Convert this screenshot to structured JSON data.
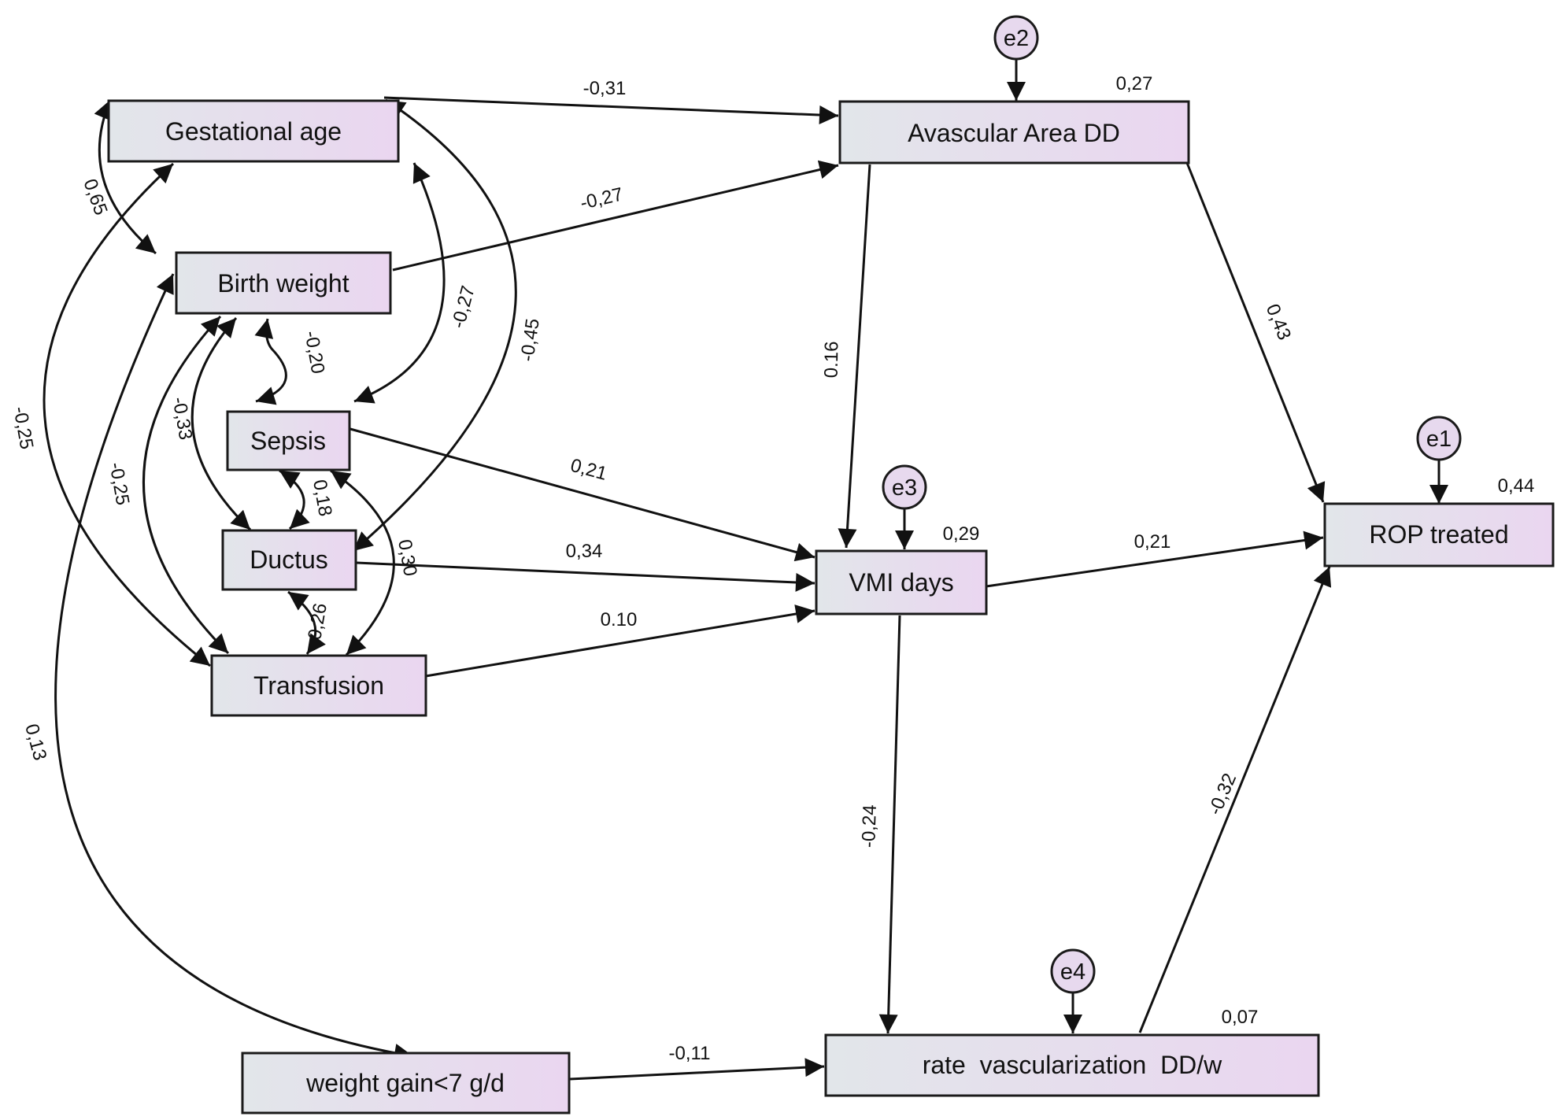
{
  "nodes": {
    "gestational_age": "Gestational age",
    "birth_weight": "Birth weight",
    "sepsis": "Sepsis",
    "ductus": "Ductus",
    "transfusion": "Transfusion",
    "weight_gain": "weight gain<7 g/d",
    "avascular_area": "Avascular Area DD",
    "vmi_days": "VMI days",
    "rop_treated": "ROP treated",
    "rate_vascularization": "rate  vascularization  DD/w"
  },
  "errors": {
    "e1": "e1",
    "e2": "e2",
    "e3": "e3",
    "e4": "e4"
  },
  "r_squared": {
    "avascular_area": "0,27",
    "vmi_days": "0,29",
    "rop_treated": "0,44",
    "rate_vascularization": "0,07"
  },
  "paths": {
    "ga_to_avascular": "-0,31",
    "bw_to_avascular": "-0,27",
    "avascular_to_vmi": "0.16",
    "avascular_to_rop": "0,43",
    "sepsis_to_vmi": "0,21",
    "ductus_to_vmi": "0,34",
    "transfusion_to_vmi": "0.10",
    "vmi_to_rop": "0,21",
    "vmi_to_rate": "-0,24",
    "rate_to_rop": "-0,32",
    "weightgain_to_rate": "-0,11"
  },
  "correlations": {
    "ga_bw": "0,65",
    "ga_sepsis": "-0,27",
    "ga_ductus": "-0,45",
    "ga_transfusion": "-0,25",
    "bw_sepsis": "-0,20",
    "bw_ductus": "-0,33",
    "bw_transfusion": "-0,25",
    "bw_weightgain": "0,13",
    "sepsis_ductus": "0,18",
    "sepsis_transfusion": "0,30",
    "ductus_transfusion": "0,26"
  }
}
